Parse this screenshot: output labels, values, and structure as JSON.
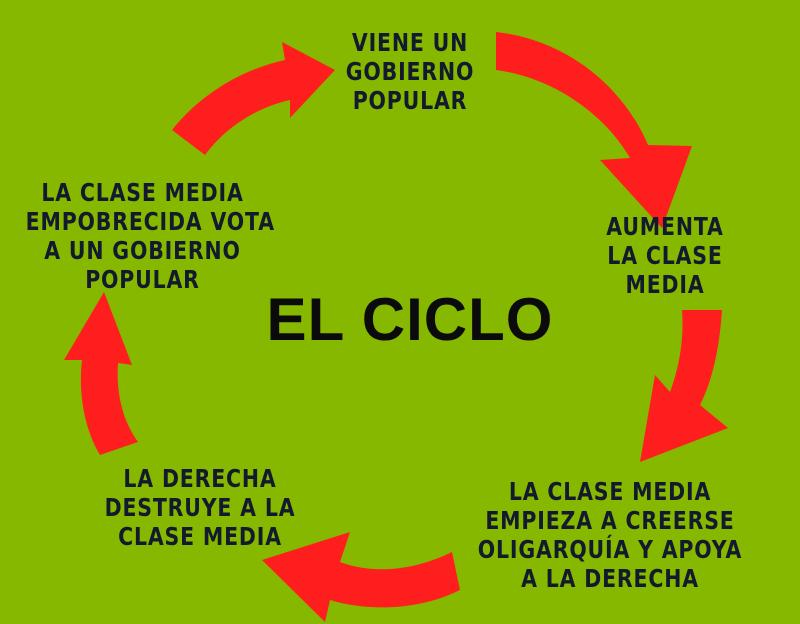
{
  "title": "EL CICLO",
  "colors": {
    "background": "#86b800",
    "arrow": "#ff1e1e",
    "text": "#131a2e"
  },
  "steps": [
    {
      "lines": [
        "VIENE UN",
        "GOBIERNO",
        "POPULAR"
      ]
    },
    {
      "lines": [
        "AUMENTA",
        "LA CLASE",
        "MEDIA"
      ]
    },
    {
      "lines": [
        "LA CLASE MEDIA",
        "EMPIEZA A CREERSE",
        "OLIGARQUÍA Y APOYA",
        "A LA DERECHA"
      ]
    },
    {
      "lines": [
        "LA DERECHA",
        "DESTRUYE A LA",
        "CLASE MEDIA"
      ]
    },
    {
      "lines": [
        "LA CLASE MEDIA",
        "EMPOBRECIDA VOTA",
        "A UN GOBIERNO",
        "POPULAR"
      ]
    }
  ]
}
